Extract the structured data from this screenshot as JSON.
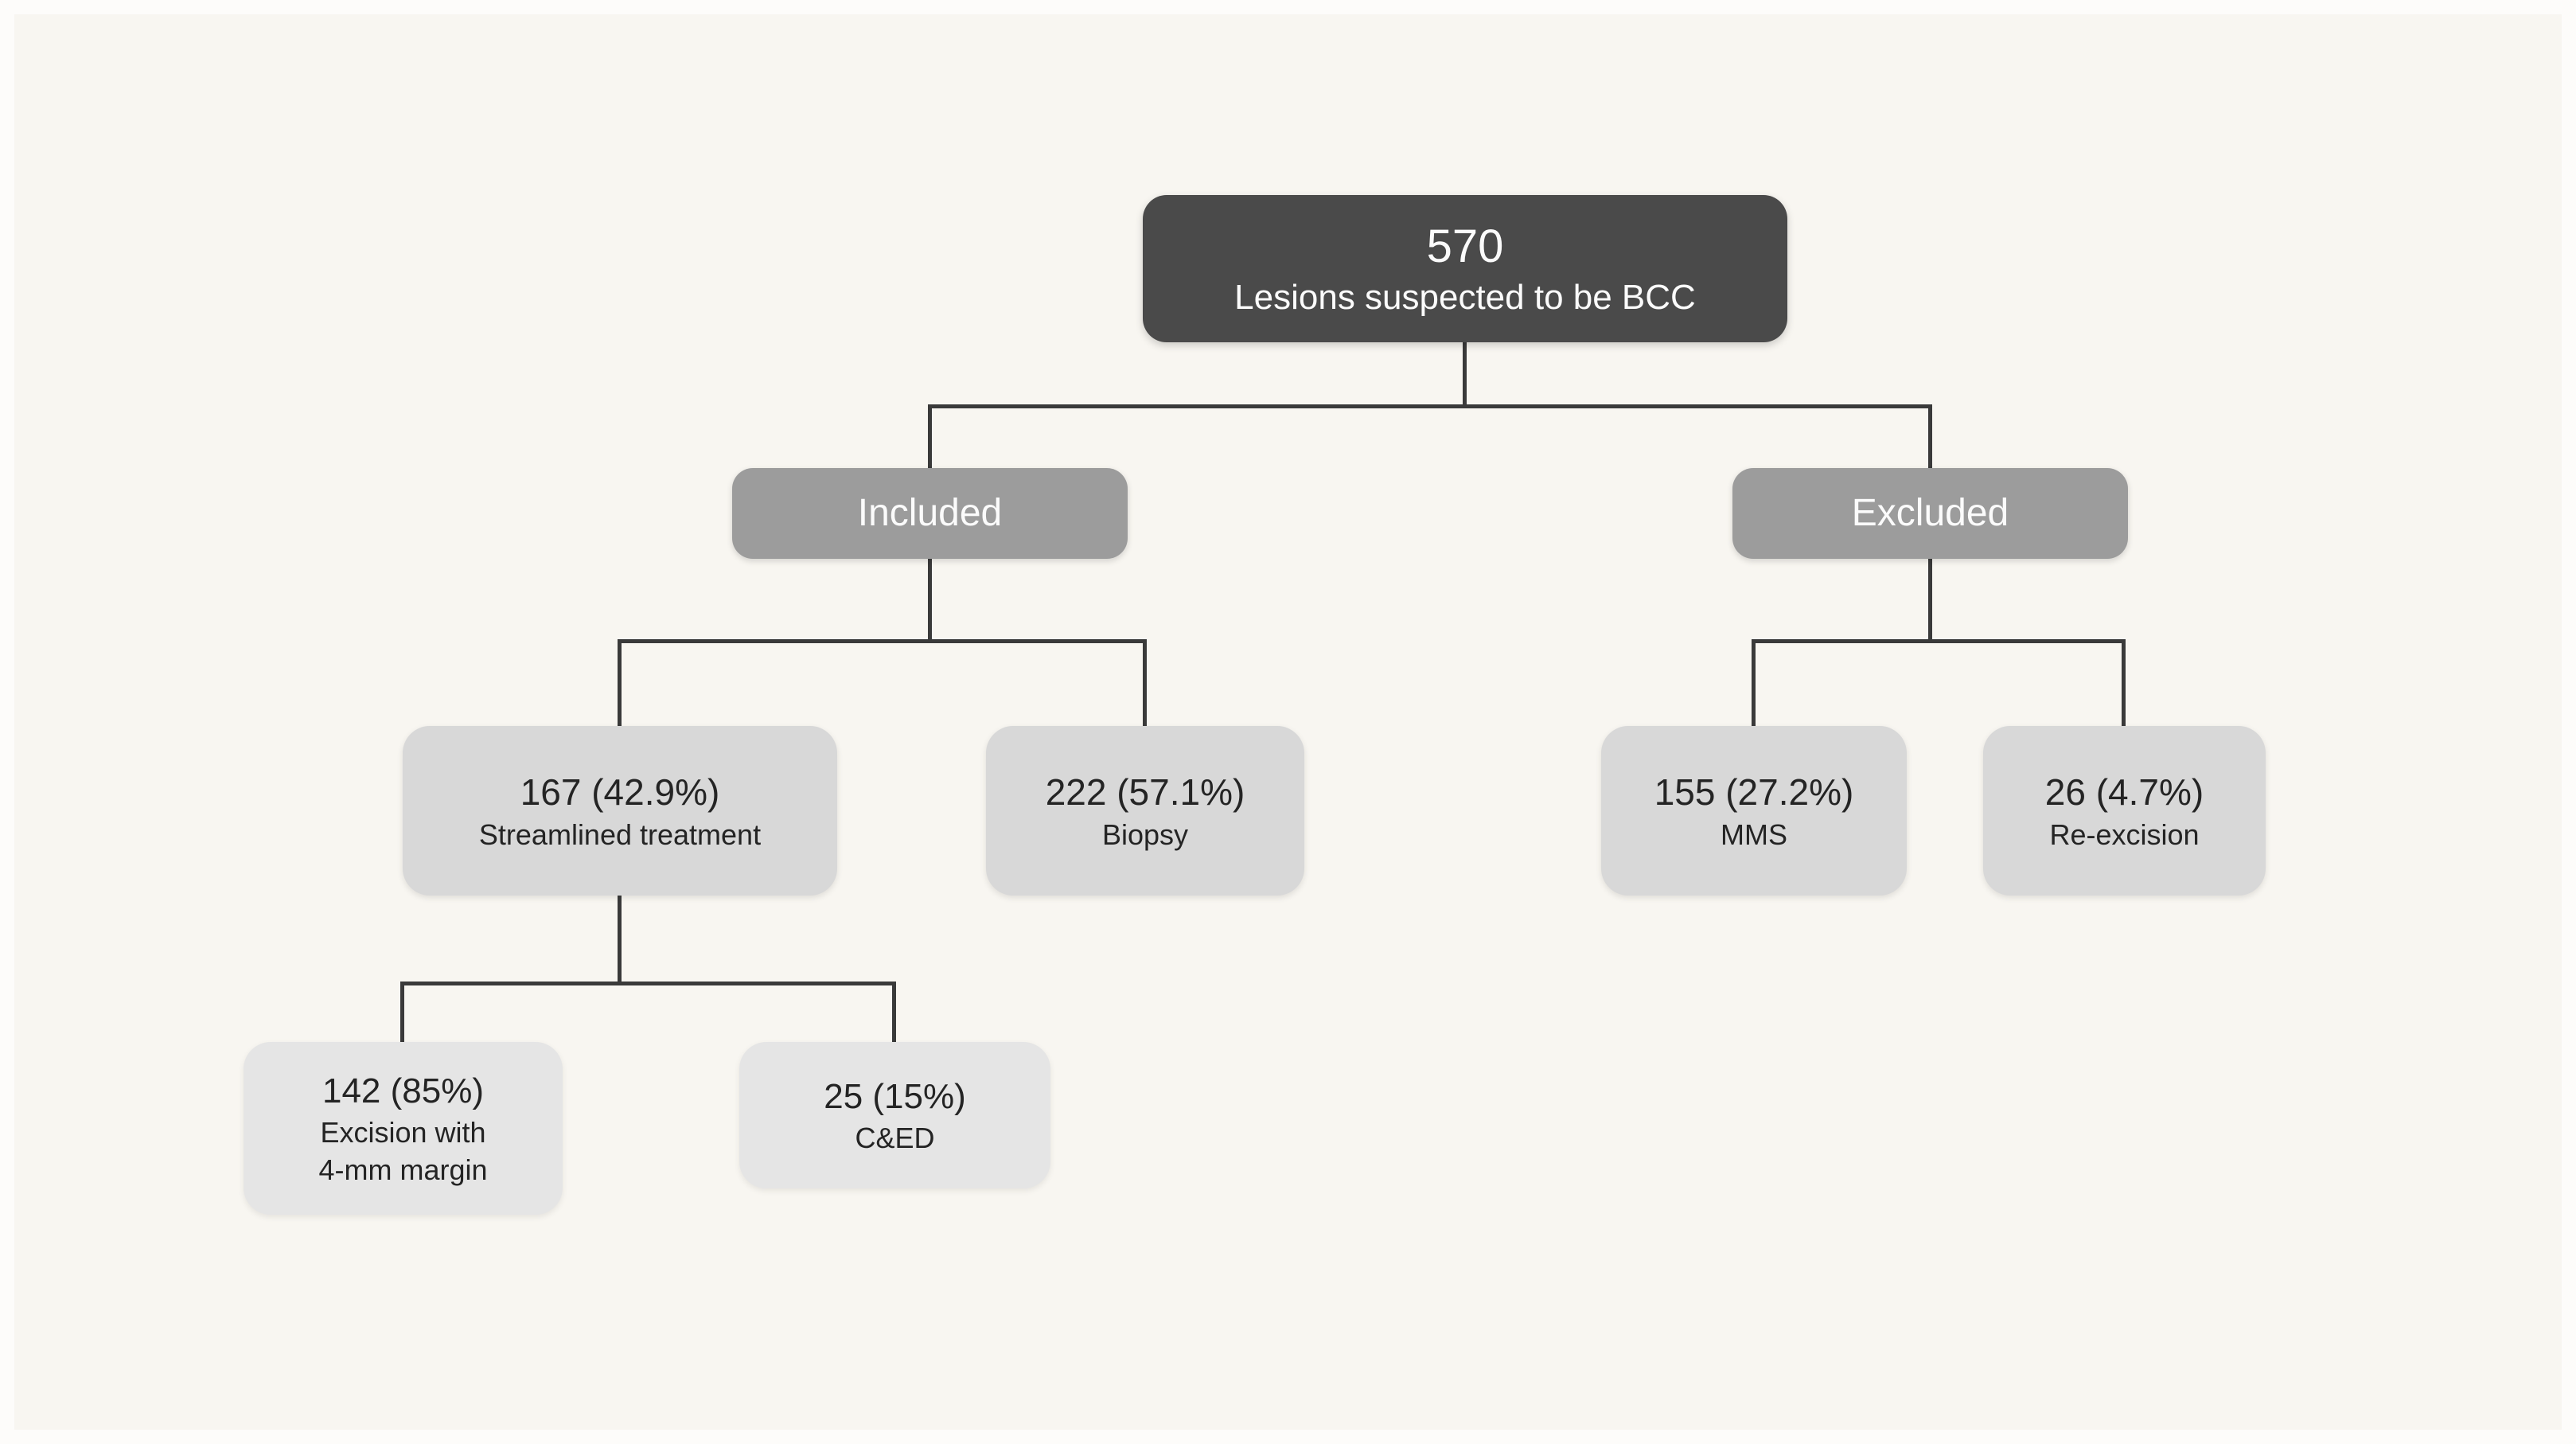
{
  "theme": {
    "bg": "#f8f6f1",
    "line": "#3a3a3a",
    "node-dark": "#4a4a4a",
    "node-mid": "#9c9c9c",
    "node-light": "#d8d8d8",
    "node-lighter": "#e5e5e5",
    "text-light": "#fbfbfb",
    "text-dark": "#242424"
  },
  "chart_data": {
    "type": "flowchart",
    "title": "",
    "total": 570,
    "nodes": [
      {
        "id": "root",
        "value": 570,
        "label": "Lesions suspected to be BCC",
        "parent": null
      },
      {
        "id": "included",
        "label": "Included",
        "parent": "root"
      },
      {
        "id": "excluded",
        "label": "Excluded",
        "parent": "root"
      },
      {
        "id": "streamlined",
        "value": 167,
        "percent": 42.9,
        "label": "Streamlined treatment",
        "parent": "included"
      },
      {
        "id": "biopsy",
        "value": 222,
        "percent": 57.1,
        "label": "Biopsy",
        "parent": "included"
      },
      {
        "id": "mms",
        "value": 155,
        "percent": 27.2,
        "label": "MMS",
        "parent": "excluded"
      },
      {
        "id": "reexcision",
        "value": 26,
        "percent": 4.7,
        "label": "Re-excision",
        "parent": "excluded"
      },
      {
        "id": "excision",
        "value": 142,
        "percent": 85,
        "label": "Excision with 4-mm margin",
        "parent": "streamlined"
      },
      {
        "id": "ced",
        "value": 25,
        "percent": 15,
        "label": "C&ED",
        "parent": "streamlined"
      }
    ]
  },
  "nodes": {
    "root": {
      "value": "570",
      "label": "Lesions suspected to be BCC"
    },
    "included": {
      "label": "Included"
    },
    "excluded": {
      "label": "Excluded"
    },
    "streamlined": {
      "value": "167 (42.9%)",
      "label": "Streamlined treatment"
    },
    "biopsy": {
      "value": "222 (57.1%)",
      "label": "Biopsy"
    },
    "mms": {
      "value": "155 (27.2%)",
      "label": "MMS"
    },
    "reexcision": {
      "value": "26 (4.7%)",
      "label": "Re-excision"
    },
    "excision": {
      "value": "142 (85%)",
      "label": "Excision with\n4-mm margin"
    },
    "ced": {
      "value": "25 (15%)",
      "label": "C&ED"
    }
  }
}
